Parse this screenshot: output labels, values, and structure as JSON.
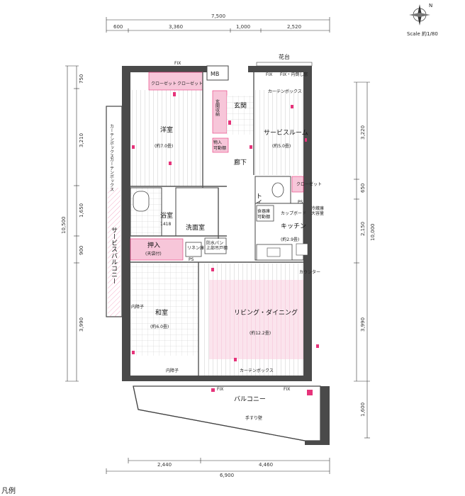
{
  "header": {
    "compass_letter": "N",
    "scale_text": "Scale 約1/80"
  },
  "dimensions": {
    "top_total": "7,500",
    "top_segments": [
      "600",
      "3,360",
      "1,000",
      "2,520"
    ],
    "left_total": "10,500",
    "left_segments": [
      "750",
      "3,210",
      "1,650",
      "900",
      "3,990"
    ],
    "right_total": "10,000",
    "right_segments": [
      "3,220",
      "650",
      "2,150",
      "3,990"
    ],
    "right_balcony": "1,600",
    "bottom_segments": [
      "2,440",
      "4,460"
    ],
    "bottom_total": "6,900"
  },
  "labels": {
    "hana_dai": "花台",
    "mb": "MB",
    "fix_top": "FIX",
    "fix_uchitaore": "FIX・内倒し窓",
    "fix_left": "FIX",
    "fix_bottom_left": "FIX",
    "fix_bottom_right": "FIX",
    "curtain_box_top": "カーテンボックス",
    "curtain_box_bottom": "カーテンボックス",
    "curtain_box_left1": "カーテンボックス",
    "curtain_box_left2": "カーテンボックス",
    "closet_1": "クローゼット",
    "closet_2": "クローゼット",
    "closet_3": "クローゼット",
    "entrance_storage": "玄関収納",
    "entrance": "玄関",
    "hall": "廊下",
    "storage_shelf": "物入",
    "shelf_note": "可動棚",
    "western_room": "洋室",
    "western_room_size": "(約7.0畳)",
    "service_room": "サービスルーム",
    "service_room_size": "(約5.0畳)",
    "toilet": "トイレ",
    "bathroom": "浴室",
    "bath_size": "1418",
    "washroom": "洗面室",
    "linen": "リネン庫",
    "washer_pan": "防水パン",
    "washer_note": "上部吊戸棚",
    "oshiire": "押入",
    "oshiire_note": "(天袋付)",
    "food_storage": "食器庫",
    "food_storage_note": "可動棚",
    "cupboard": "カップボード",
    "kitchen": "キッチン",
    "kitchen_size": "(約2.9畳)",
    "counter": "カウンター",
    "japanese_room": "和室",
    "japanese_room_size": "(約6.0畳)",
    "naishoji_1": "内障子",
    "naishoji_2": "内障子",
    "living": "リビング・ダイニング",
    "living_size": "(約12.2畳)",
    "balcony": "バルコニー",
    "service_balcony": "サービスバルコニー",
    "handrail": "手すり壁",
    "pcp": "PS",
    "ps2": "PS",
    "refrigerator": "冷蔵庫",
    "yamato": "大容量",
    "legend": "凡例"
  },
  "colors": {
    "wall": "#4a4a4a",
    "floor_line": "#9a9a9a",
    "accent_pink": "#e6337a",
    "pink_fill": "#f7c6d9",
    "living_fill": "#fbe3ec"
  }
}
